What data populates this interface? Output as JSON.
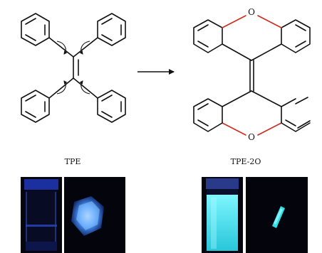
{
  "labels": {
    "left_compound": "TPE",
    "right_compound": "TPE-2O",
    "oxygen_top": "O",
    "oxygen_bottom": "O"
  },
  "colors": {
    "bond": "#111111",
    "oxygen_bond": "#d12b1e",
    "photo_background": "#05060f",
    "tpe_emission": "#3d8cff",
    "tpe2o_emission": "#2fe0e8"
  },
  "icons": {
    "reaction_arrow": "arrow-right",
    "rotation_marker": "curved-rotation-arrow"
  }
}
